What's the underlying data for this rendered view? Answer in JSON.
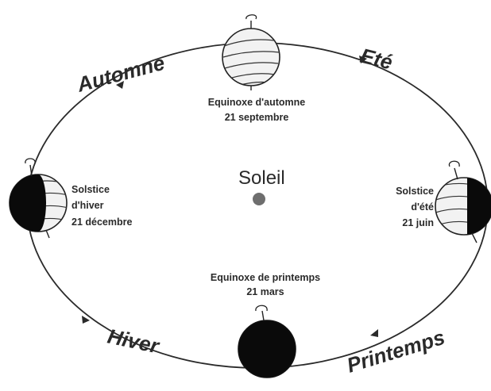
{
  "sun": {
    "label": "Soleil",
    "color": "#6e6e6e"
  },
  "seasons": {
    "autumn": "Automne",
    "summer": "Eté",
    "winter": "Hiver",
    "spring": "Printemps"
  },
  "positions": {
    "autumn_equinox": {
      "line1": "Equinoxe d'automne",
      "line2": "21 septembre"
    },
    "winter_solstice": {
      "line1": "Solstice",
      "line2": "d'hiver",
      "line3": "21 décembre"
    },
    "summer_solstice": {
      "line1": "Solstice",
      "line2": "d'été",
      "line3": "21 juin"
    },
    "spring_equinox": {
      "line1": "Equinoxe de printemps",
      "line2": "21 mars"
    }
  },
  "colors": {
    "ink": "#2a2a2a",
    "earth_dark": "#0a0a0a",
    "earth_light": "#f2f2f2"
  }
}
